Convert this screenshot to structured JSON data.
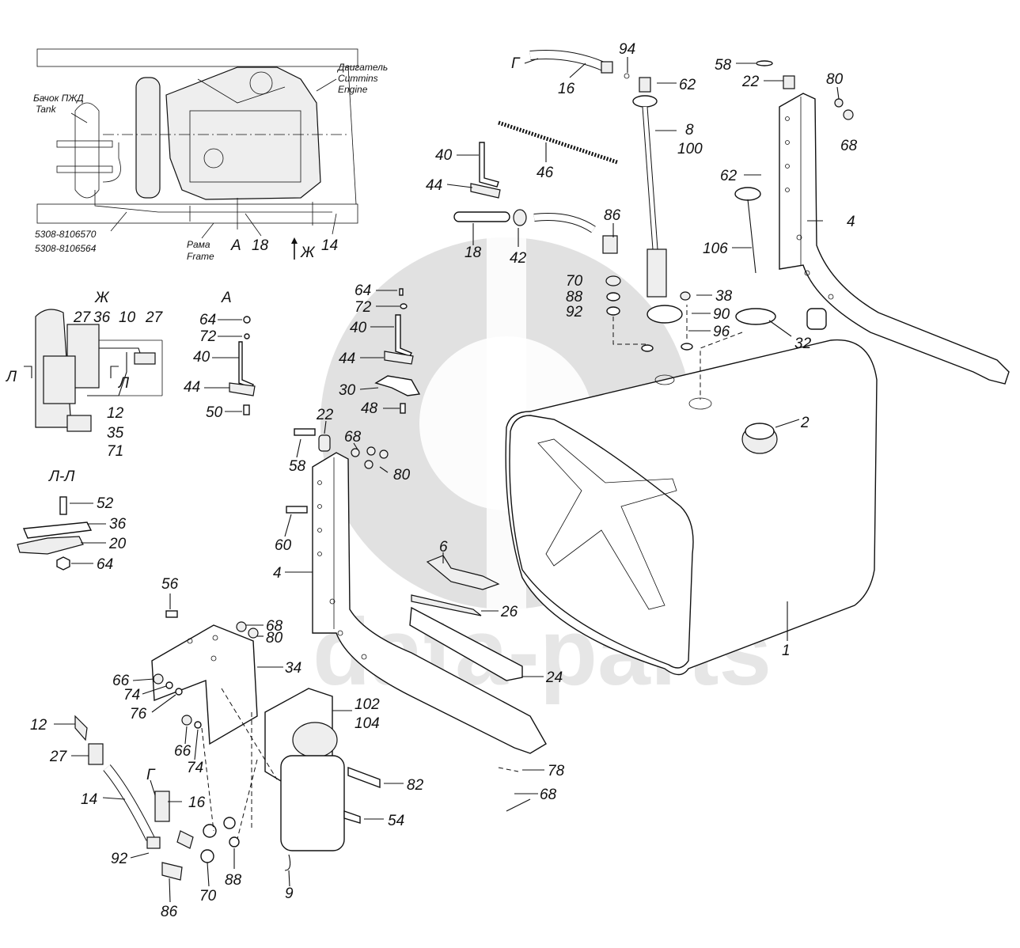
{
  "watermark": {
    "text": "data-parts"
  },
  "inset_engine": {
    "tank_label_ru": "Бачок ПЖД",
    "tank_label_en": "Tank",
    "engine_label_ru": "Двигатель",
    "engine_label_cummins": "Cummins",
    "engine_label_en": "Engine",
    "frame_label_ru": "Рама",
    "frame_label_en": "Frame",
    "part_no_1": "5308-8106570",
    "part_no_2": "5308-8106564",
    "view_a": "А",
    "item_18": "18",
    "view_zh": "Ж",
    "item_14": "14"
  },
  "view_zh": {
    "title": "Ж",
    "labels": {
      "l27a": "27",
      "l36": "36",
      "l10": "10",
      "l27b": "27",
      "l12": "12",
      "l35": "35",
      "l71": "71",
      "sec_l1": "Л",
      "sec_l2": "Л"
    }
  },
  "view_a": {
    "title": "А",
    "labels": {
      "l64": "64",
      "l72": "72",
      "l40": "40",
      "l44": "44",
      "l50": "50"
    }
  },
  "section_ll": {
    "title": "Л-Л",
    "labels": {
      "l52": "52",
      "l36": "36",
      "l20": "20",
      "l64": "64"
    }
  },
  "callouts": {
    "c16_g": "Г",
    "c16": "16",
    "c94": "94",
    "c62a": "62",
    "c8": "8",
    "c100": "100",
    "c58a": "58",
    "c22a": "22",
    "c80a": "80",
    "c68a": "68",
    "c40a": "40",
    "c44a": "44",
    "c46": "46",
    "c18": "18",
    "c42": "42",
    "c86a": "86",
    "c62b": "62",
    "c4a": "4",
    "c106": "106",
    "c70a": "70",
    "c88a": "88",
    "c92a": "92",
    "c38": "38",
    "c90": "90",
    "c96": "96",
    "c32": "32",
    "c64": "64",
    "c72": "72",
    "c40b": "40",
    "c44b": "44",
    "c30": "30",
    "c48": "48",
    "c22b": "22",
    "c58b": "58",
    "c68b": "68",
    "c80b": "80",
    "c60": "60",
    "c4b": "4",
    "c2": "2",
    "c1": "1",
    "c6": "6",
    "c26": "26",
    "c24": "24",
    "c56": "56",
    "c68c": "68",
    "c80c": "80",
    "c34": "34",
    "c66a": "66",
    "c74a": "74",
    "c76": "76",
    "c66b": "66",
    "c74b": "74",
    "c102": "102",
    "c104": "104",
    "c82": "82",
    "c54": "54",
    "c12": "12",
    "c27": "27",
    "c14": "14",
    "c16b_g": "Г",
    "c16b": "16",
    "c92b": "92",
    "c86b": "86",
    "c70b": "70",
    "c88b": "88",
    "c9": "9",
    "c78": "78",
    "c68d": "68"
  }
}
